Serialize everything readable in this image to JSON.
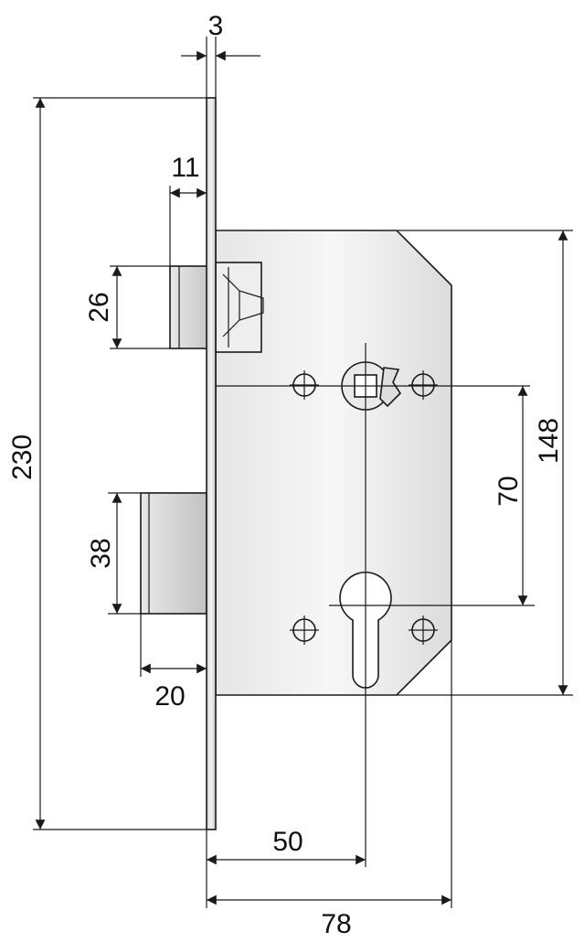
{
  "dimensions": {
    "faceplate_thickness": "3",
    "latch_projection": "11",
    "latch_height": "26",
    "total_height": "230",
    "bolt_height": "38",
    "bolt_projection": "20",
    "backset": "50",
    "case_depth": "78",
    "centre_distance": "70",
    "case_height": "148"
  },
  "colors": {
    "line": "#1a1a1a",
    "metal_light": "#f2f2f2",
    "metal_mid": "#d4d4d4",
    "metal_dark": "#b8b8b8",
    "background": "#ffffff"
  }
}
